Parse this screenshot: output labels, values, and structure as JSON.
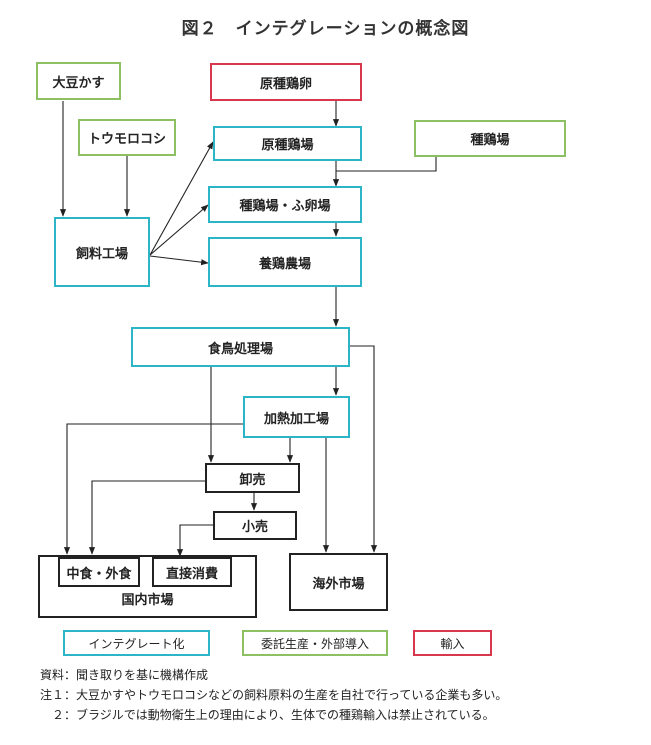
{
  "title": "図２　インテグレーションの概念図",
  "nodes": {
    "daizu_kasu": "大豆かす",
    "tomorokoshi": "トウモロコシ",
    "shiryo_kojo": "飼料工場",
    "genshu_keiran": "原種鶏卵",
    "genshu_keijo": "原種鶏場",
    "shukei_jo": "種鶏場",
    "shukeijo_fukajo": "種鶏場・ふ卵場",
    "yokei_nojo": "養鶏農場",
    "shokucho_shorijo": "食鳥処理場",
    "kanetsu_kakojo": "加熱加工場",
    "oroshiuri": "卸売",
    "kouri": "小売",
    "chushoku_gaishoku": "中食・外食",
    "chokusetsu_shohi": "直接消費",
    "kokunai_shijo": "国内市場",
    "kaigai_shijo": "海外市場"
  },
  "legend": [
    {
      "label": "インテグレート化",
      "color": "#2bb5c7"
    },
    {
      "label": "委託生産・外部導入",
      "color": "#8cc063"
    },
    {
      "label": "輸入",
      "color": "#d9374d"
    }
  ],
  "notes": [
    "資料：聞き取りを基に機構作成",
    "注１：大豆かすやトウモロコシなどの飼料原料の生産を自社で行っている企業も多い。",
    "　２：ブラジルでは動物衛生上の理由により、生体での種鶏輸入は禁止されている。"
  ]
}
